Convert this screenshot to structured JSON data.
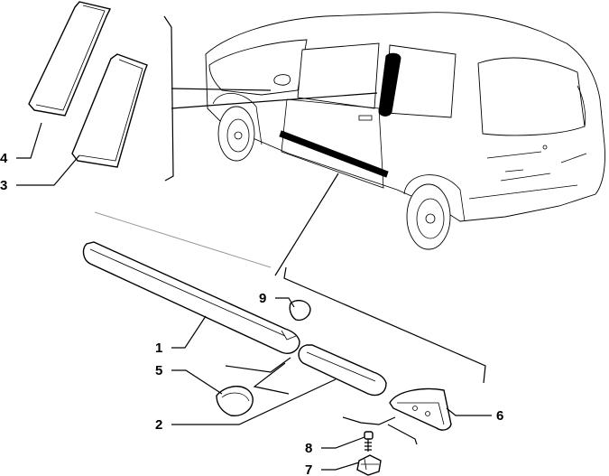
{
  "callouts": [
    {
      "id": "1",
      "label": "1",
      "part": "side-moulding-front"
    },
    {
      "id": "2",
      "label": "2",
      "part": "side-moulding-rear"
    },
    {
      "id": "3",
      "label": "3",
      "part": "pillar-trim-lower"
    },
    {
      "id": "4",
      "label": "4",
      "part": "pillar-trim-upper"
    },
    {
      "id": "5",
      "label": "5",
      "part": "end-cap"
    },
    {
      "id": "6",
      "label": "6",
      "part": "end-cover"
    },
    {
      "id": "7",
      "label": "7",
      "part": "clip"
    },
    {
      "id": "8",
      "label": "8",
      "part": "screw"
    },
    {
      "id": "9",
      "label": "9",
      "part": "small-plug"
    }
  ]
}
